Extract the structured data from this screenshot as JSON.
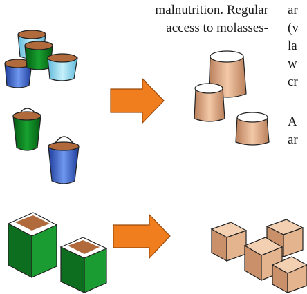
{
  "center_text": {
    "line1": "malnutrition. Regular",
    "line2": "access to molasses-"
  },
  "right_text": {
    "lines": [
      "ar",
      "(v",
      "la",
      "w",
      "cr"
    ],
    "para2": [
      "A",
      "ar"
    ]
  },
  "colors": {
    "arrow": "#f07d1e",
    "bucket_green": "#0b7a1c",
    "bucket_blue": "#3b63c9",
    "bucket_cyan": "#8ad8ef",
    "molasses": "#b06a3c",
    "sack_tan": "#d9a07a",
    "cube_green": "#168a2a",
    "cube_tan": "#e0b08a"
  },
  "icons": [
    "bucket-icon",
    "arrow-right-icon",
    "molasses-sack-icon",
    "green-cube-icon",
    "tan-block-icon"
  ]
}
